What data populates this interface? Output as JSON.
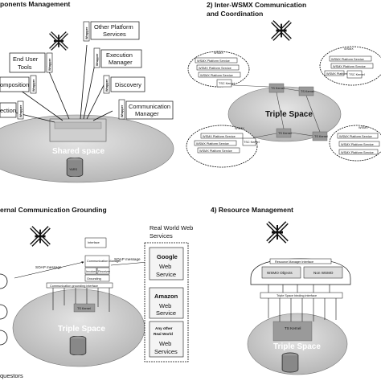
{
  "panels": {
    "components": {
      "title": "ponents Management",
      "boxes": {
        "other_platform": "Other Platform",
        "other_platform_2": "Services",
        "execution": "Execution",
        "execution_2": "Manager",
        "end_user": "End User",
        "end_user_2": "Tools",
        "discovery": "Discovery",
        "composition": "omposition",
        "communication": "Communication",
        "communication_2": "Manager",
        "selection": "ection"
      },
      "wrapper": "Wrapper",
      "shared_space": "Shared space",
      "repo": "YARS"
    },
    "inter_wsmx": {
      "title_line1": "2) Inter-WSMX Communication",
      "title_line2": "and Coordination",
      "wsmx": "WSMX",
      "platform_service": "WSMX Platform Service",
      "tsc_kernel": "TSC Kernel",
      "ts_kernel": "TS Kernel",
      "triple_space": "Triple Space"
    },
    "external": {
      "title": "ernal Communication Grounding",
      "real_world_line1": "Real World Web",
      "real_world_line2": "Services",
      "soap_left": "SOAP message",
      "soap_right": "SOAP message",
      "services": [
        {
          "name": "Google",
          "line1": "Web",
          "line2": "Service"
        },
        {
          "name": "Amazon",
          "line1": "Web",
          "line2": "Service"
        },
        {
          "name": "Any other",
          "name2": "Real World",
          "line1": "Web",
          "line2": "Services"
        }
      ],
      "stack": [
        "Interface",
        "Communication Manager",
        "Invoker",
        "Receiver",
        "Grounding",
        "Communication grounding interface"
      ],
      "triple_space": "Triple Space",
      "ts_kernel": "TS Kernel",
      "requestors": "questors"
    },
    "resource": {
      "title": "4) Resource Management",
      "rm_interface": "Resource Manager Interface",
      "wsmo_objects": "WSMO Objects",
      "non_wsmo": "Non WSMO",
      "binding": "Triple Space binding interface",
      "ts_kernel": "TS Kernel",
      "triple_space": "Triple Space"
    }
  }
}
